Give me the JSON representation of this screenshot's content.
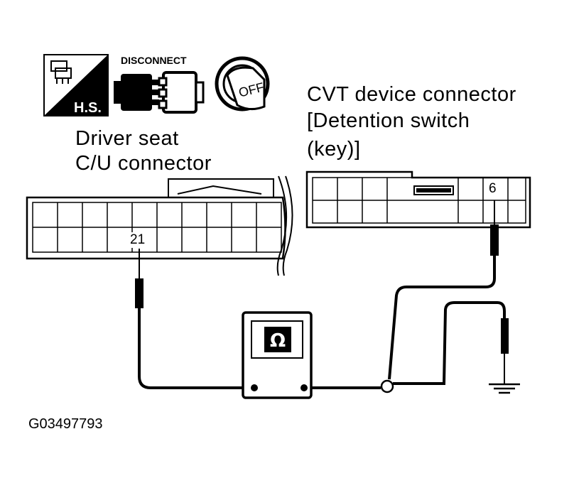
{
  "icons": {
    "harness_icon_text": "H.S.",
    "disconnect_text": "DISCONNECT",
    "ignition_text": "OFF"
  },
  "labels": {
    "driver_seat_line1": "Driver seat",
    "driver_seat_line2": "C/U connector",
    "cvt_line1": "CVT device connector",
    "cvt_line2": "[Detention switch",
    "cvt_line3": "(key)]"
  },
  "terminals": {
    "left_pin": "21",
    "right_pin": "6"
  },
  "meter": {
    "symbol": "Ω"
  },
  "figure_code": "G03497793"
}
